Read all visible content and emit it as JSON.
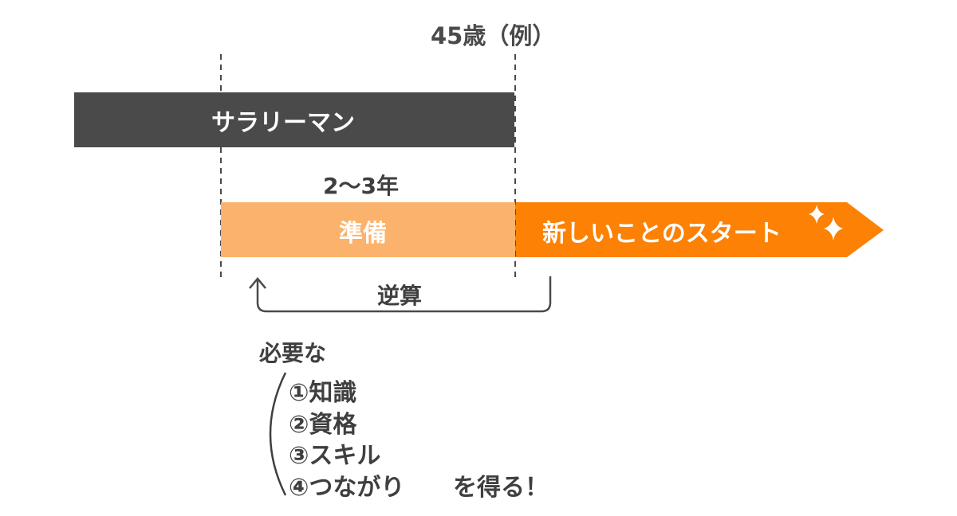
{
  "timeline": {
    "age_label": "45歳（例）",
    "salaryman_label": "サラリーマン",
    "duration_label": "2〜3年",
    "prep_label": "準備",
    "new_start_label": "新しいことのスタート",
    "backcalc_label": "逆算"
  },
  "requirements": {
    "heading": "必要な",
    "items": [
      "①知識",
      "②資格",
      "③スキル",
      "④つながり"
    ],
    "outcome": "を得る！"
  },
  "colors": {
    "dark_gray": "#4a4a4a",
    "light_orange": "#fbb26c",
    "orange": "#fc8104",
    "text": "#3f3f3f"
  },
  "icons": {
    "arrow": "up-arrow-icon",
    "sparkle": "sparkle-icon"
  }
}
